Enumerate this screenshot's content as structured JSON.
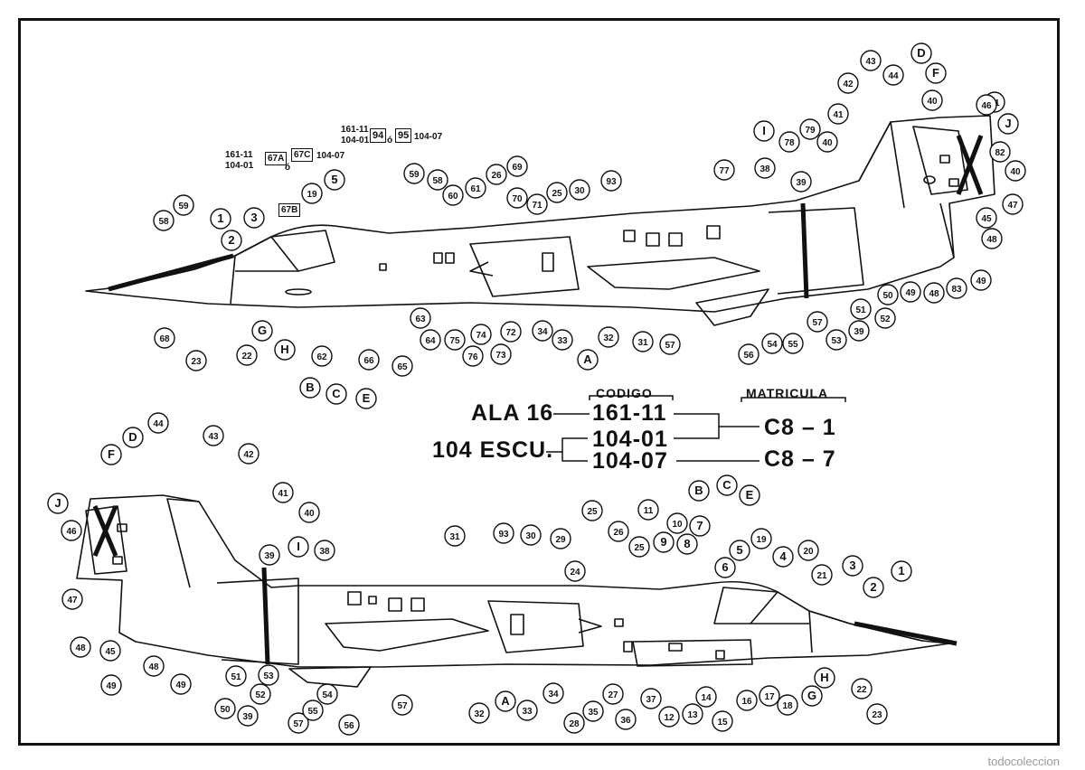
{
  "legend": {
    "codigo_header": "CODIGO",
    "matricula_header": "MATRICULA",
    "unit_ala": "ALA 16",
    "unit_escu": "104 ESCU.",
    "code_1": "161-11",
    "code_2": "104-01",
    "code_3": "104-07",
    "reg_1": "C8 – 1",
    "reg_2": "C8 – 7"
  },
  "decal_refs": {
    "a_161": "161-11",
    "a_104": "104-01",
    "a_67a": "67A",
    "a_o": "ó",
    "a_67c": "67C",
    "a_10407": "104-07",
    "a_67b": "67B",
    "b_161": "161-11",
    "b_104": "104-01",
    "b_94": "94",
    "b_o": "ó",
    "b_95": "95",
    "b_10407": "104-07"
  },
  "watermark": "todocoleccion",
  "colors": {
    "ink": "#111111",
    "paper": "#ffffff",
    "watermark": "#9a9a9a"
  },
  "top_callouts": [
    "1",
    "2",
    "3",
    "59",
    "58",
    "68",
    "23",
    "22",
    "G",
    "H",
    "62",
    "B",
    "C",
    "E",
    "66",
    "65",
    "63",
    "64",
    "75",
    "76",
    "74",
    "73",
    "72",
    "34",
    "33",
    "A",
    "32",
    "31",
    "57",
    "56",
    "54",
    "55",
    "57",
    "53",
    "39",
    "52",
    "51",
    "50",
    "49",
    "48",
    "83",
    "49",
    "48",
    "45",
    "47",
    "40",
    "82",
    "81",
    "J",
    "46",
    "40",
    "F",
    "D",
    "44",
    "43",
    "42",
    "41",
    "40",
    "79",
    "78",
    "I",
    "38",
    "39",
    "77",
    "93",
    "30",
    "25",
    "71",
    "70",
    "69",
    "26",
    "61",
    "60",
    "58",
    "59",
    "5",
    "19"
  ],
  "bottom_callouts": [
    "D",
    "F",
    "44",
    "43",
    "42",
    "41",
    "40",
    "J",
    "46",
    "47",
    "48",
    "45",
    "49",
    "48",
    "49",
    "50",
    "51",
    "39",
    "52",
    "53",
    "57",
    "55",
    "54",
    "56",
    "57",
    "39",
    "I",
    "38",
    "31",
    "93",
    "30",
    "29",
    "32",
    "A",
    "33",
    "34",
    "24",
    "25",
    "26",
    "25",
    "11",
    "10",
    "9",
    "8",
    "7",
    "B",
    "C",
    "E",
    "28",
    "35",
    "27",
    "36",
    "37",
    "12",
    "13",
    "14",
    "15",
    "16",
    "17",
    "18",
    "G",
    "H",
    "6",
    "5",
    "19",
    "4",
    "20",
    "21",
    "3",
    "1",
    "2",
    "22",
    "23"
  ]
}
